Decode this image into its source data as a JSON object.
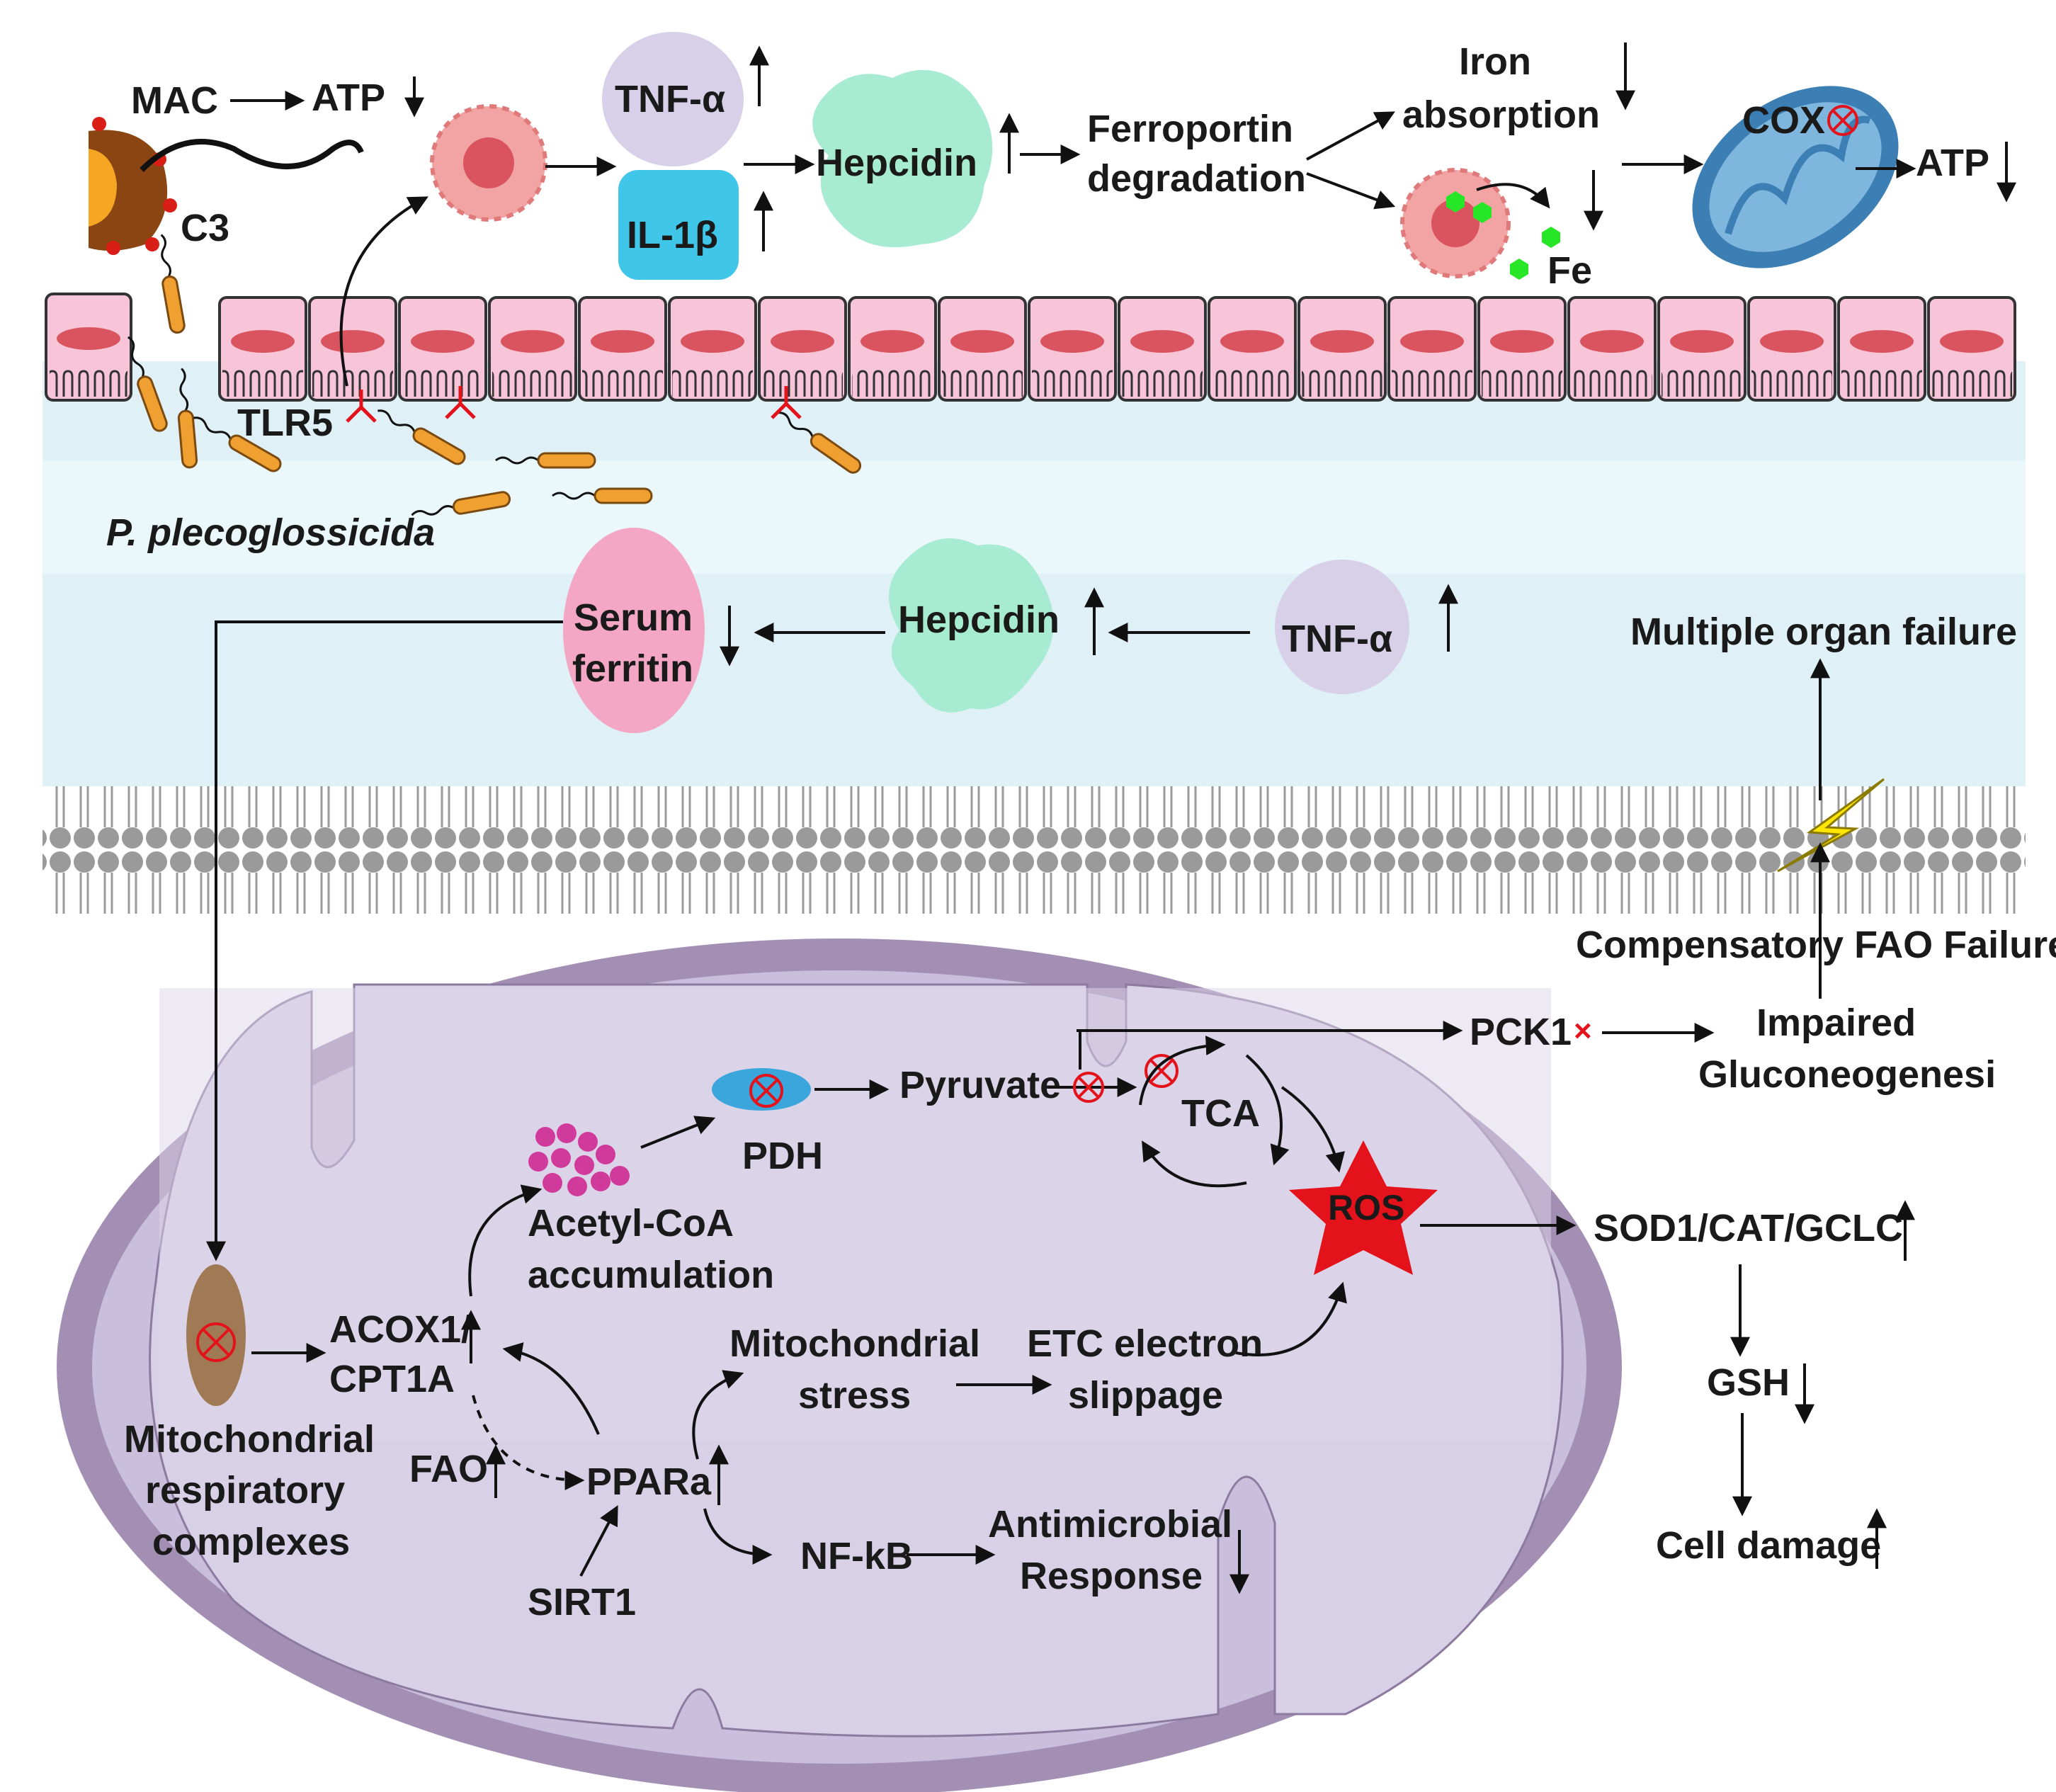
{
  "labels": {
    "mac": "MAC",
    "atp_top_left": "ATP",
    "c3": "C3",
    "tnf_top": "TNF-α",
    "il1b": "IL-1β",
    "hepcidin_top": "Hepcidin",
    "ferroportin_1": "Ferroportin",
    "ferroportin_2": "degradation",
    "iron_1": "Iron",
    "iron_2": "absorption",
    "fe": "Fe",
    "cox": "COX",
    "atp_right": "ATP",
    "tlr5": "TLR5",
    "pathogen": "P. plecoglossicida",
    "serum_1": "Serum",
    "serum_2": "ferritin",
    "hepcidin_mid": "Hepcidin",
    "tnf_mid": "TNF-α",
    "mof": "Multiple organ failure",
    "fao_failure": "Compensatory FAO Failure",
    "pck1": "PCK1",
    "impaired_1": "Impaired",
    "impaired_2": "Gluconeogenesi",
    "pyruvate": "Pyruvate",
    "pdh": "PDH",
    "tca": "TCA",
    "acetyl_1": "Acetyl-CoA",
    "acetyl_2": "accumulation",
    "ros": "ROS",
    "sod": "SOD1/CAT/GCLC",
    "gsh": "GSH",
    "cell_damage": "Cell damage",
    "acox_1": "ACOX1/",
    "acox_2": "CPT1A",
    "mito_stress_1": "Mitochondrial",
    "mito_stress_2": "stress",
    "etc_1": "ETC electron",
    "etc_2": "slippage",
    "mrc_1": "Mitochondrial",
    "mrc_2": "respiratory",
    "mrc_3": "complexes",
    "fao": "FAO",
    "ppara": "PPARa",
    "sirt1": "SIRT1",
    "nfkb": "NF-kB",
    "antimicrobial_1": "Antimicrobial",
    "antimicrobial_2": "Response"
  },
  "colors": {
    "mito_outer": "#a48fb4",
    "mito_inner": "#d8d0e6",
    "lumen": "#dff1f7",
    "epithelium": "#f8c4d8",
    "nucleus": "#d9545f",
    "cytokine_purple": "#d7d0e8",
    "il1b_cyan": "#3fc6e8",
    "hepcidin_green": "#a7ebd2",
    "ferritin_pink": "#f4a7c5",
    "ros_red": "#e3121b",
    "lipid_head": "#9a9a9a",
    "bacterium": "#f0a030"
  }
}
